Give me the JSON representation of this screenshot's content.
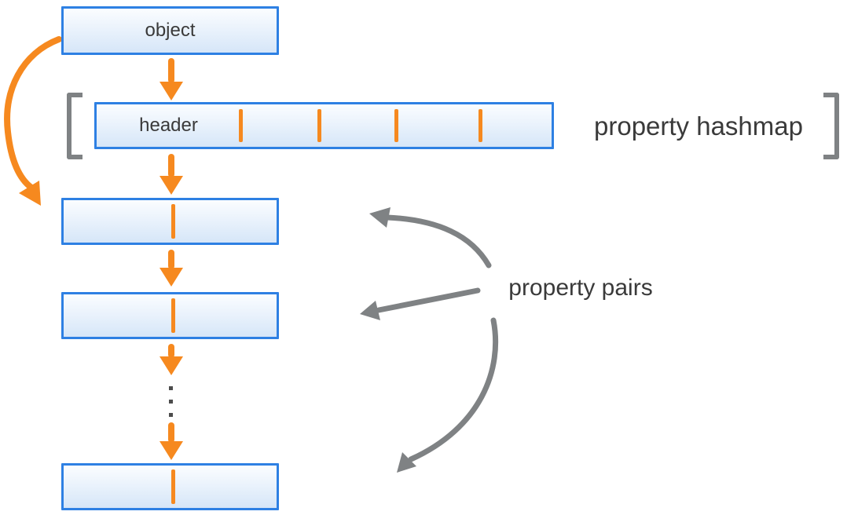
{
  "diagram": {
    "title_implicit": "object property hashmap layout",
    "object_box": {
      "label": "object"
    },
    "hashmap": {
      "header_label": "header",
      "caption": "property hashmap",
      "cell_count": 5,
      "divider_count": 4
    },
    "property_pairs": {
      "caption": "property pairs",
      "visible_pair_boxes": 3,
      "each_box_cells": 2,
      "ellipsis_dots": 3
    }
  },
  "colors": {
    "box_border": "#2E80E3",
    "box_fill_top": "#FBFDFF",
    "box_fill_bottom": "#D6E6F8",
    "orange": "#F6891F",
    "gray": "#7F8284",
    "text_dark": "#3A3A3A"
  }
}
